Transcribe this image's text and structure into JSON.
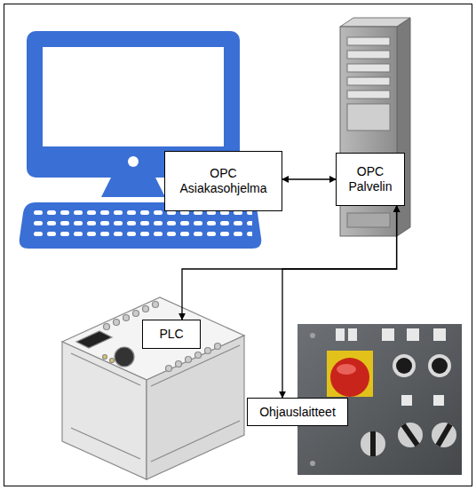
{
  "diagram": {
    "nodes": [
      {
        "text": [
          "OPC Asiakasohjelma"
        ]
      },
      {
        "text": [
          "OPC Palvelin"
        ]
      },
      {
        "text": [
          "PLC"
        ]
      },
      {
        "text": [
          "Ohjauslaitteet"
        ]
      }
    ],
    "edges": [
      {
        "from": 0,
        "to": 1,
        "arrow": "both"
      },
      {
        "from": 1,
        "to": 2,
        "arrow": "both"
      },
      {
        "from": 1,
        "to": 3,
        "arrow": "both"
      }
    ]
  }
}
